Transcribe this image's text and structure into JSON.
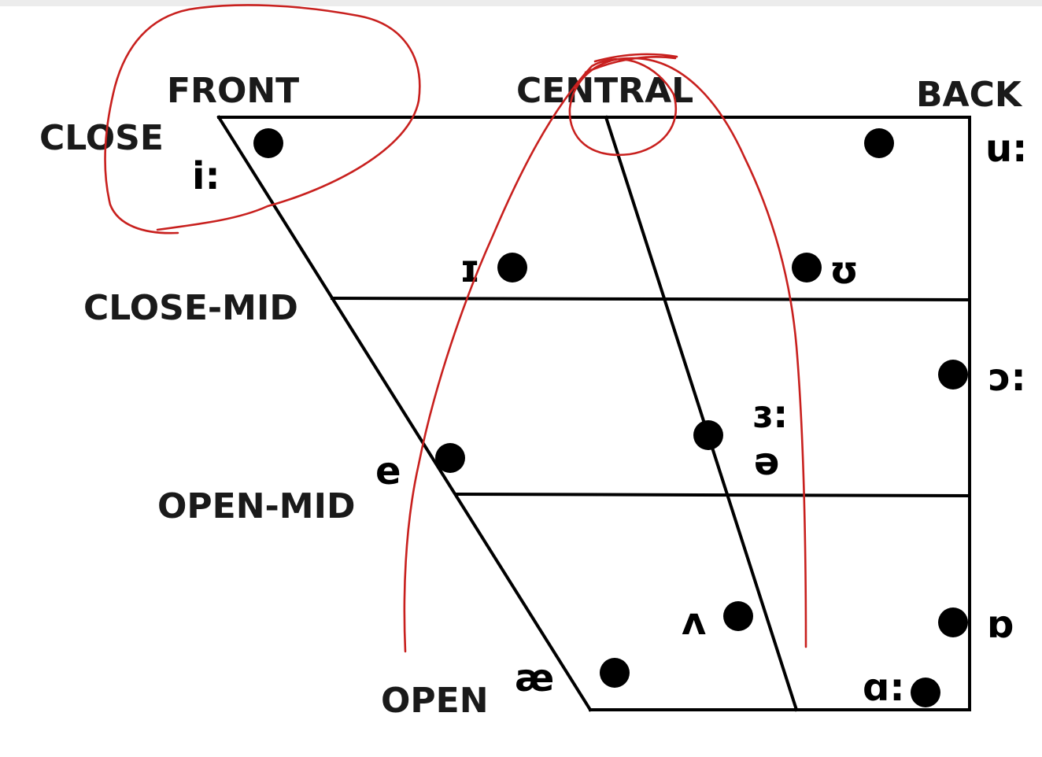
{
  "headers": {
    "front": "FRONT",
    "central": "CENTRAL",
    "back": "BACK"
  },
  "heights": {
    "close": "CLOSE",
    "close_mid": "CLOSE-MID",
    "open_mid": "OPEN-MID",
    "open": "OPEN"
  },
  "vowels": {
    "i_long": "i:",
    "u_long": "u:",
    "small_i": "ɪ",
    "upsilon": "ʊ",
    "open_o_long": "ɔ:",
    "er_long": "ɜ:",
    "schwa": "ə",
    "e": "e",
    "wedge": "ʌ",
    "turned_a": "ɒ",
    "ae": "æ",
    "a_long": "ɑ:"
  },
  "colors": {
    "lines": "#000000",
    "text": "#1a1a1a",
    "annotation_ink": "#c8201e",
    "topbar": "#ececec"
  }
}
